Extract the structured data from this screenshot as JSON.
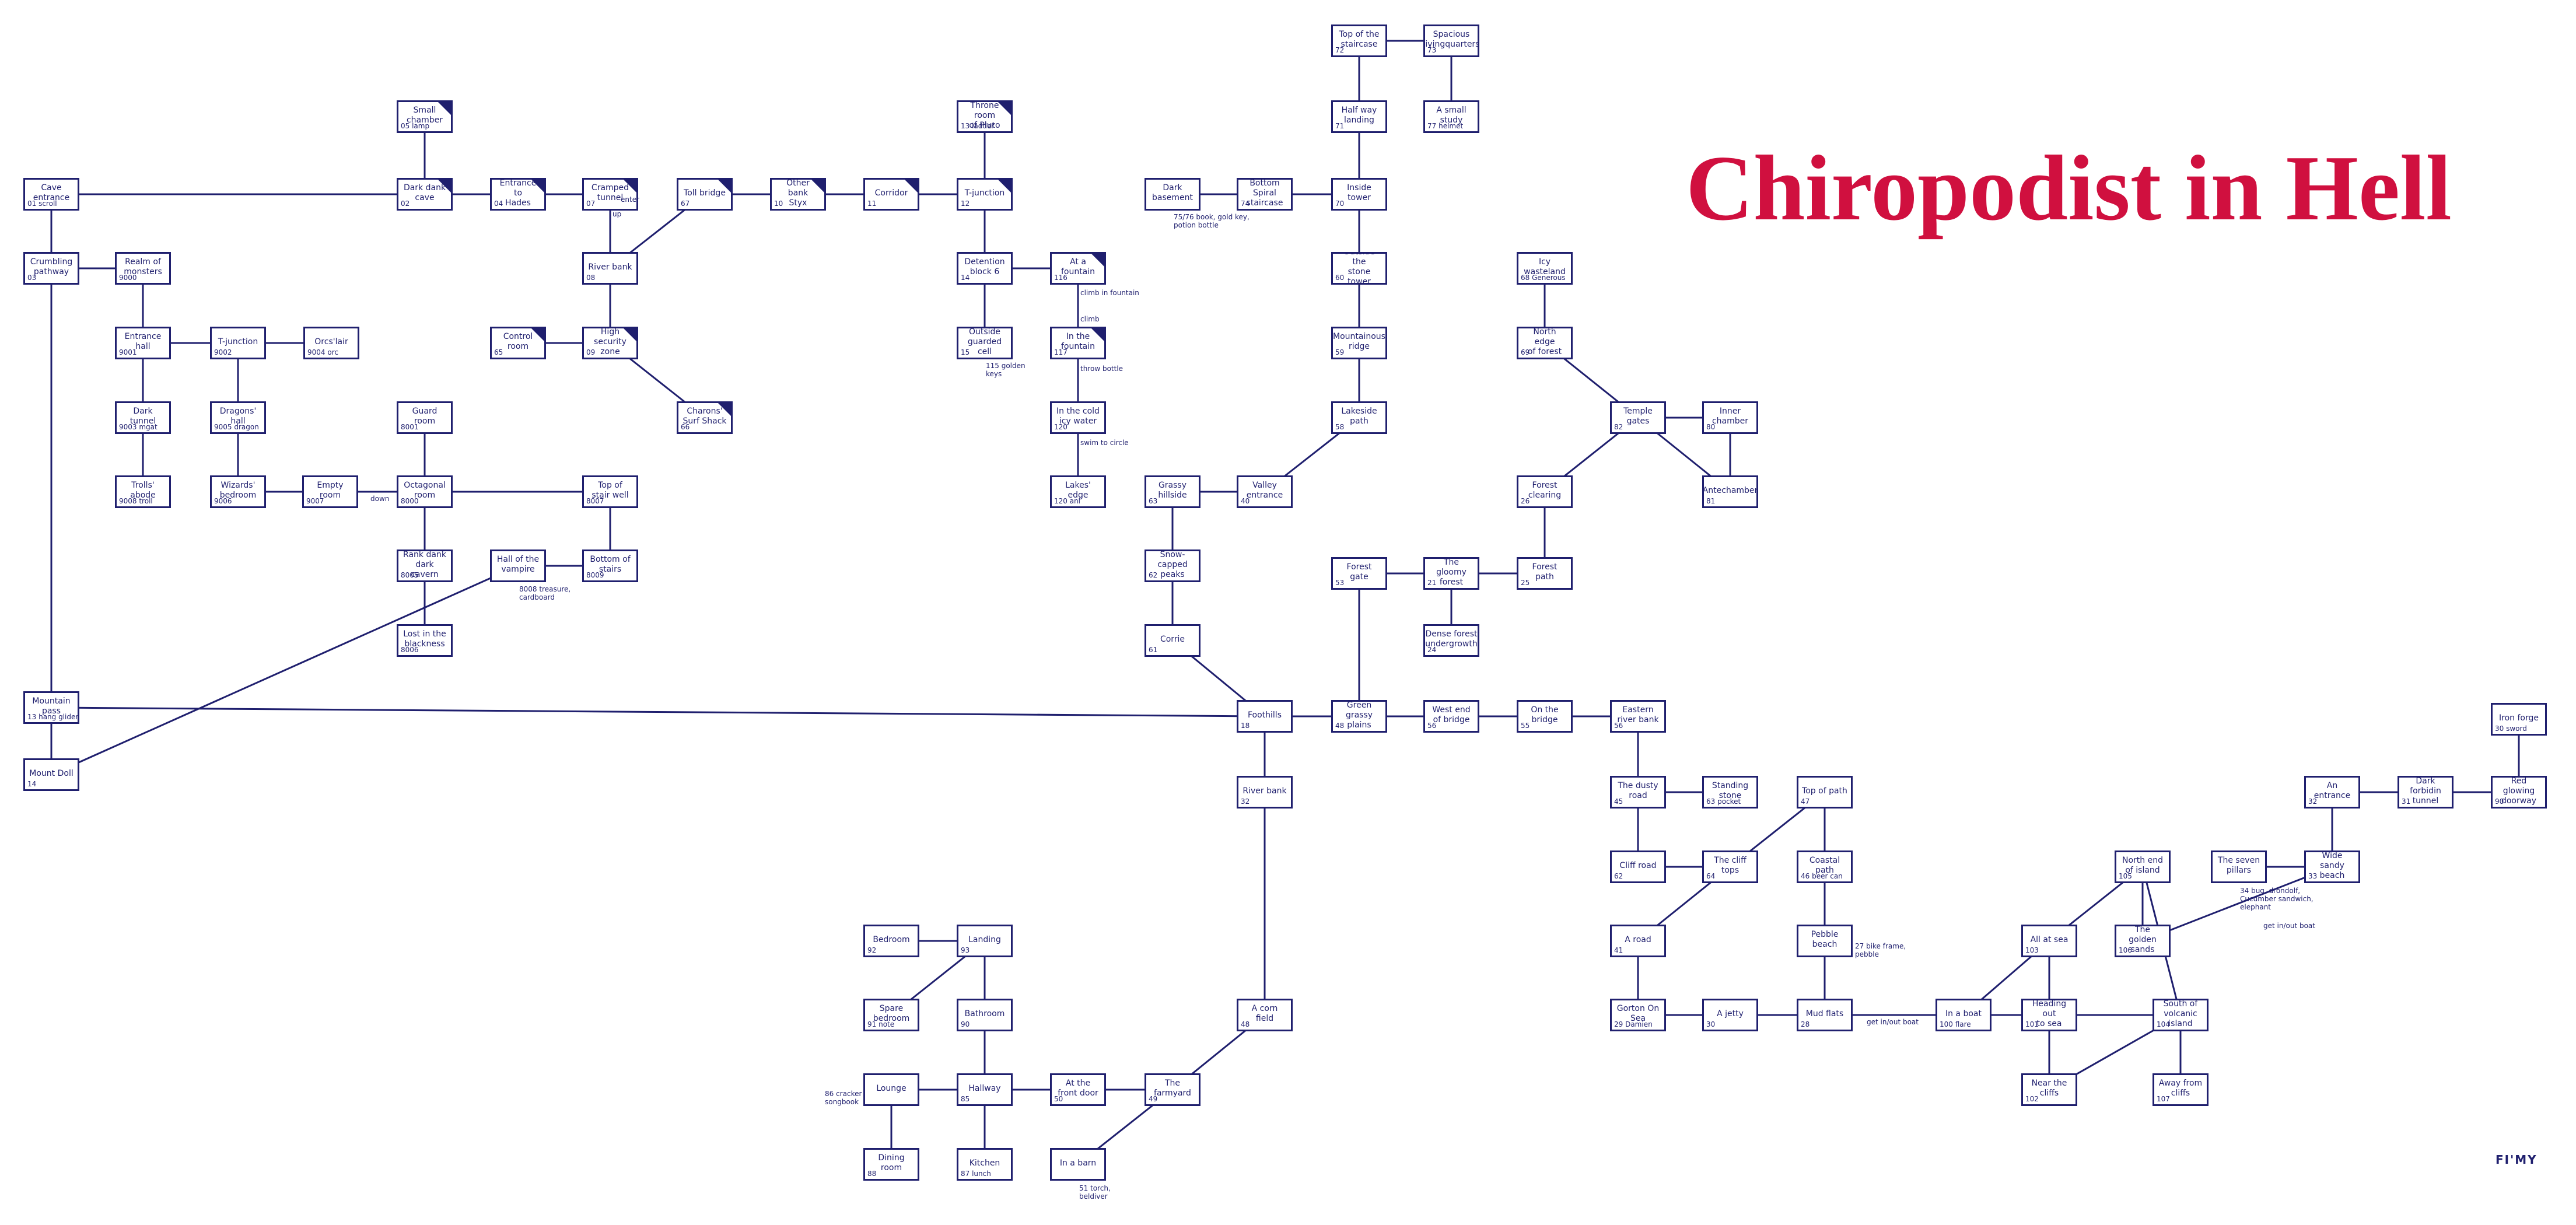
{
  "title": "Chiropodist in Hell",
  "signature": "FI'MY",
  "nodes": [
    {
      "id": "cave_entrance",
      "label": "Cave entrance",
      "sub": "01 scroll"
    },
    {
      "id": "crumbling",
      "label": "Crumbling\npathway",
      "sub": "03"
    },
    {
      "id": "realm",
      "label": "Realm of\nmonsters",
      "sub": "9000"
    },
    {
      "id": "ent_hall",
      "label": "Entrance hall",
      "sub": "9001"
    },
    {
      "id": "tjunc1",
      "label": "T-junction",
      "sub": "9002"
    },
    {
      "id": "orcs",
      "label": "Orcs'lair",
      "sub": "9004 orc"
    },
    {
      "id": "dark_tunnel",
      "label": "Dark tunnel",
      "sub": "9003 mgat"
    },
    {
      "id": "dragons",
      "label": "Dragons' hall",
      "sub": "9005 dragon"
    },
    {
      "id": "trolls",
      "label": "Trolls' abode",
      "sub": "9008 troll"
    },
    {
      "id": "wizards",
      "label": "Wizards'\nbedroom",
      "sub": "9006"
    },
    {
      "id": "empty_room",
      "label": "Empty room",
      "sub": "9007"
    },
    {
      "id": "small_chamber",
      "label": "Small\nchamber",
      "sub": "05 lamp"
    },
    {
      "id": "dark_dank",
      "label": "Dark dank\ncave",
      "sub": "02"
    },
    {
      "id": "ent_hades",
      "label": "Entrance to\nHades",
      "sub": "04"
    },
    {
      "id": "cramped",
      "label": "Cramped\ntunnel",
      "sub": "07"
    },
    {
      "id": "river_bank1",
      "label": "River bank",
      "sub": "08"
    },
    {
      "id": "control",
      "label": "Control room",
      "sub": "65"
    },
    {
      "id": "highsec",
      "label": "High security\nzone",
      "sub": "09"
    },
    {
      "id": "charons",
      "label": "Charons'\nSurf Shack",
      "sub": "66"
    },
    {
      "id": "toll",
      "label": "Toll bridge",
      "sub": "67"
    },
    {
      "id": "other_bank",
      "label": "Other bank\nStyx",
      "sub": "10"
    },
    {
      "id": "corridor",
      "label": "Corridor",
      "sub": "11"
    },
    {
      "id": "throne",
      "label": "Throne room\nof Pluto",
      "sub": "13 ladder"
    },
    {
      "id": "tjunc2",
      "label": "T-junction",
      "sub": "12"
    },
    {
      "id": "detention",
      "label": "Detention\nblock 6",
      "sub": "14"
    },
    {
      "id": "outside_cell",
      "label": "Outside\nguarded cell",
      "sub": "15"
    },
    {
      "id": "fountain",
      "label": "At a fountain",
      "sub": "116"
    },
    {
      "id": "in_fountain",
      "label": "In the\nfountain",
      "sub": "117"
    },
    {
      "id": "cold_water",
      "label": "In the cold\nicy water",
      "sub": "120"
    },
    {
      "id": "lakes_edge",
      "label": "Lakes' edge",
      "sub": "120 anl"
    },
    {
      "id": "guard_room",
      "label": "Guard room",
      "sub": "8001"
    },
    {
      "id": "octagonal",
      "label": "Octagonal\nroom",
      "sub": "8000"
    },
    {
      "id": "top_stair",
      "label": "Top of\nstair well",
      "sub": "8007"
    },
    {
      "id": "bottom_stairs",
      "label": "Bottom of\nstairs",
      "sub": "8009"
    },
    {
      "id": "hall_vampire",
      "label": "Hall of the\nvampire",
      "sub": ""
    },
    {
      "id": "rank_dank",
      "label": "Rank dank\ndark cavern",
      "sub": "8005"
    },
    {
      "id": "lost_black",
      "label": "Lost in the\nblackness",
      "sub": "8006"
    },
    {
      "id": "mountain_pass",
      "label": "Mountain pass",
      "sub": "13 hang glider"
    },
    {
      "id": "mount_doll",
      "label": "Mount Doll",
      "sub": "14"
    },
    {
      "id": "dark_basement",
      "label": "Dark\nbasement",
      "sub": ""
    },
    {
      "id": "bottom_spiral",
      "label": "Bottom\nSpiral staircase",
      "sub": "74"
    },
    {
      "id": "inside_tower",
      "label": "Inside tower",
      "sub": "70"
    },
    {
      "id": "top_staircase",
      "label": "Top of the\nstaircase",
      "sub": "72"
    },
    {
      "id": "spacious",
      "label": "Spacious\nlivingquarters",
      "sub": "73"
    },
    {
      "id": "halfway",
      "label": "Half way\nlanding",
      "sub": "71"
    },
    {
      "id": "small_study",
      "label": "A small study",
      "sub": "77 helmet"
    },
    {
      "id": "outside_stone",
      "label": "Outside the\nstone tower",
      "sub": "60"
    },
    {
      "id": "mountain_ridge",
      "label": "Mountainous\nridge",
      "sub": "59"
    },
    {
      "id": "lakeside",
      "label": "Lakeside path",
      "sub": "58"
    },
    {
      "id": "grassy_hill",
      "label": "Grassy\nhillside",
      "sub": "63"
    },
    {
      "id": "valley",
      "label": "Valley\nentrance",
      "sub": "40"
    },
    {
      "id": "snow_peaks",
      "label": "Snow-capped\npeaks",
      "sub": "62"
    },
    {
      "id": "corrie",
      "label": "Corrie",
      "sub": "61"
    },
    {
      "id": "foothills",
      "label": "Foothills",
      "sub": "18"
    },
    {
      "id": "river_bank2",
      "label": "River bank",
      "sub": "32"
    },
    {
      "id": "forest_gate",
      "label": "Forest gate",
      "sub": "53"
    },
    {
      "id": "gloomy",
      "label": "The gloomy\nforest",
      "sub": "21"
    },
    {
      "id": "forest_path",
      "label": "Forest path",
      "sub": "25"
    },
    {
      "id": "dense",
      "label": "Dense forest\nundergrowth",
      "sub": "24"
    },
    {
      "id": "green_plains",
      "label": "Green\ngrassy plains",
      "sub": "48"
    },
    {
      "id": "west_bridge",
      "label": "West end\nof bridge",
      "sub": "56"
    },
    {
      "id": "on_bridge",
      "label": "On the bridge",
      "sub": "55"
    },
    {
      "id": "eastern_bank",
      "label": "Eastern\nriver bank",
      "sub": "56"
    },
    {
      "id": "icy",
      "label": "Icy wasteland",
      "sub": "68 Generous"
    },
    {
      "id": "north_forest",
      "label": "North edge\nof forest",
      "sub": "69"
    },
    {
      "id": "temple",
      "label": "Temple gates",
      "sub": "82"
    },
    {
      "id": "inner_chamber",
      "label": "Inner\nchamber",
      "sub": "80"
    },
    {
      "id": "antechamber",
      "label": "Antechamber",
      "sub": "81"
    },
    {
      "id": "forest_clear",
      "label": "Forest\nclearing",
      "sub": "26"
    },
    {
      "id": "dusty_road",
      "label": "The dusty\nroad",
      "sub": "45"
    },
    {
      "id": "standing_stone",
      "label": "Standing\nstone",
      "sub": "63 pocket"
    },
    {
      "id": "top_path",
      "label": "Top of path",
      "sub": "47"
    },
    {
      "id": "cliff_road",
      "label": "Cliff road",
      "sub": "62"
    },
    {
      "id": "cliff_tops",
      "label": "The cliff tops",
      "sub": "64"
    },
    {
      "id": "coastal",
      "label": "Coastal path",
      "sub": "46 beer can"
    },
    {
      "id": "a_road",
      "label": "A road",
      "sub": "41"
    },
    {
      "id": "pebble",
      "label": "Pebble beach",
      "sub": ""
    },
    {
      "id": "gorton",
      "label": "Gorton On\nSea",
      "sub": "29 Damien"
    },
    {
      "id": "jetty",
      "label": "A jetty",
      "sub": "30"
    },
    {
      "id": "mud_flats",
      "label": "Mud flats",
      "sub": "28"
    },
    {
      "id": "in_boat",
      "label": "In a boat",
      "sub": "100 flare"
    },
    {
      "id": "all_at_sea",
      "label": "All at sea",
      "sub": "103"
    },
    {
      "id": "heading_out",
      "label": "Heading out\nto sea",
      "sub": "101"
    },
    {
      "id": "near_cliffs",
      "label": "Near the\ncliffs",
      "sub": "102"
    },
    {
      "id": "north_island",
      "label": "North end\nof island",
      "sub": "105"
    },
    {
      "id": "golden_sands",
      "label": "The golden\nsands",
      "sub": "106"
    },
    {
      "id": "south_volcanic",
      "label": "South of\nvolcanic island",
      "sub": "104"
    },
    {
      "id": "away_cliffs",
      "label": "Away from\ncliffs",
      "sub": "107"
    },
    {
      "id": "seven_pillars",
      "label": "The seven\npillars",
      "sub": ""
    },
    {
      "id": "wide_beach",
      "label": "Wide sandy\nbeach",
      "sub": "33"
    },
    {
      "id": "an_entrance",
      "label": "An entrance",
      "sub": "32"
    },
    {
      "id": "dark_forbid",
      "label": "Dark forbidin\ntunnel",
      "sub": "31"
    },
    {
      "id": "red_glow",
      "label": "Red glowing\ndoorway",
      "sub": "90"
    },
    {
      "id": "iron_forge",
      "label": "Iron forge",
      "sub": "30 sword"
    },
    {
      "id": "corn_field",
      "label": "A corn field",
      "sub": "48"
    },
    {
      "id": "farmyard",
      "label": "The farmyard",
      "sub": "49"
    },
    {
      "id": "front_door",
      "label": "At the\nfront door",
      "sub": "50"
    },
    {
      "id": "in_barn",
      "label": "In a barn",
      "sub": ""
    },
    {
      "id": "bedroom",
      "label": "Bedroom",
      "sub": "92"
    },
    {
      "id": "landing",
      "label": "Landing",
      "sub": "93"
    },
    {
      "id": "spare_bed",
      "label": "Spare\nbedroom",
      "sub": "91 note"
    },
    {
      "id": "bathroom",
      "label": "Bathroom",
      "sub": "90"
    },
    {
      "id": "lounge",
      "label": "Lounge",
      "sub": ""
    },
    {
      "id": "hallway",
      "label": "Hallway",
      "sub": "85"
    },
    {
      "id": "dining",
      "label": "Dining room",
      "sub": "88"
    },
    {
      "id": "kitchen",
      "label": "Kitchen",
      "sub": "87 lunch"
    }
  ],
  "annotations": [
    {
      "id": "a_dark_base",
      "text": "75/76 book, gold key,\npotion bottle"
    },
    {
      "id": "a_cell",
      "text": "115 golden\nkeys"
    },
    {
      "id": "a_vamp",
      "text": "8008 treasure,\ncardboard"
    },
    {
      "id": "a_pebble",
      "text": "27 bike frame,\npebble"
    },
    {
      "id": "a_lounge",
      "text": "86 cracker\nsongbook"
    },
    {
      "id": "a_barn",
      "text": "51 torch,\nbeldiver"
    },
    {
      "id": "a_beach",
      "text": "34 bug, drondolf,\nCucumber sandwich,\nelephant"
    },
    {
      "id": "a_fount1",
      "text": "climb in fountain"
    },
    {
      "id": "a_fount2",
      "text": "climb"
    },
    {
      "id": "a_fount3",
      "text": "throw bottle"
    },
    {
      "id": "a_fount4",
      "text": "swim to circle"
    },
    {
      "id": "a_getboat1",
      "text": "get in/out boat"
    },
    {
      "id": "a_getboat2",
      "text": "get in/out boat"
    },
    {
      "id": "a_enter",
      "text": "enter"
    },
    {
      "id": "a_down1",
      "text": "down"
    },
    {
      "id": "a_up1",
      "text": "up"
    }
  ]
}
